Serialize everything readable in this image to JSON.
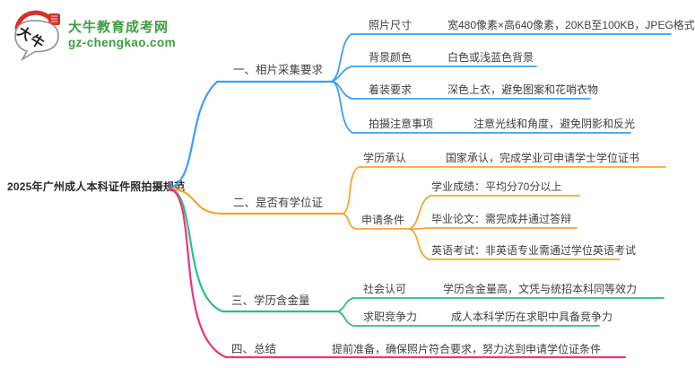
{
  "site": {
    "logo_text": "大牛教育成考网",
    "logo_domain": "gz-chengkao.com",
    "logo_badge": "大牛"
  },
  "root": {
    "title": "2025年广州成人本科证件照拍摄规范"
  },
  "colors": {
    "branch1": "#3b9ef5",
    "branch2": "#f7a52b",
    "branch3": "#2cbf80",
    "branch4": "#f1317f",
    "brand_green": "#3e9d40",
    "seal_red": "#d7302a",
    "text": "#3f3f3f"
  },
  "branches": [
    {
      "label": "一、相片采集要求",
      "children": [
        {
          "label": "照片尺寸",
          "value": "宽480像素×高640像素，20KB至100KB，JPEG格式"
        },
        {
          "label": "背景颜色",
          "value": "白色或浅蓝色背景"
        },
        {
          "label": "着装要求",
          "value": "深色上衣，避免图案和花哨衣物"
        },
        {
          "label": "拍摄注意事项",
          "value": "注意光线和角度，避免阴影和反光"
        }
      ]
    },
    {
      "label": "二、是否有学位证",
      "children": [
        {
          "label": "学历承认",
          "value": "国家承认，完成学业可申请学士学位证书"
        },
        {
          "label": "申请条件",
          "children": [
            {
              "value": "学业成绩：平均分70分以上"
            },
            {
              "value": "毕业论文：需完成并通过答辩"
            },
            {
              "value": "英语考试：非英语专业需通过学位英语考试"
            }
          ]
        }
      ]
    },
    {
      "label": "三、学历含金量",
      "children": [
        {
          "label": "社会认可",
          "value": "学历含金量高，文凭与统招本科同等效力"
        },
        {
          "label": "求职竞争力",
          "value": "成人本科学历在求职中具备竞争力"
        }
      ]
    },
    {
      "label": "四、总结",
      "value": "提前准备，确保照片符合要求，努力达到申请学位证条件"
    }
  ]
}
